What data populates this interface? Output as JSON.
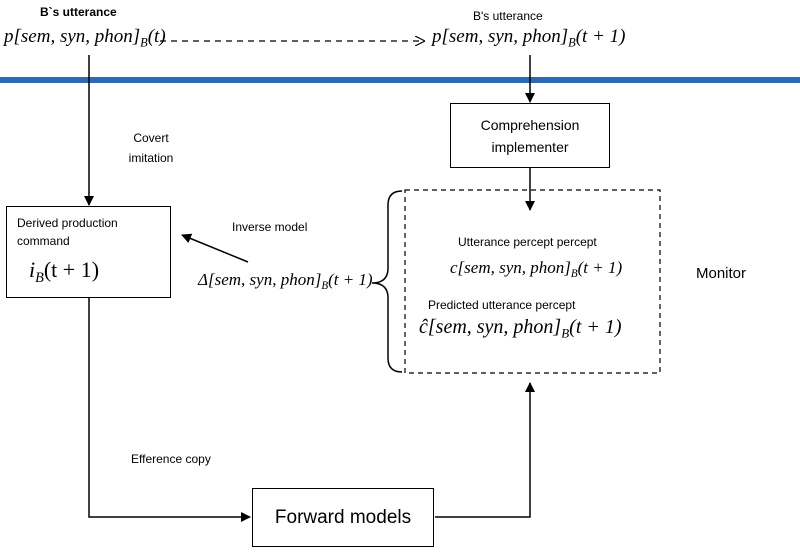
{
  "top": {
    "left_label": "B`s utterance",
    "left_formula": {
      "pre": "p[sem, syn, phon]",
      "sub": "B",
      "post": "(t)"
    },
    "right_label": "B's utterance",
    "right_formula": {
      "pre": "p[sem, syn, phon]",
      "sub": "B",
      "post": "(t + 1)"
    }
  },
  "covert_imitation": "Covert imitation",
  "comprehension_implementer": "Comprehension implementer",
  "derived": {
    "title": "Derived production command",
    "formula": {
      "pre": "i",
      "sub": "B",
      "post": "(t + 1)"
    }
  },
  "inverse_model": "Inverse model",
  "delta_formula": {
    "pre": "Δ[sem, syn, phon]",
    "sub": "B",
    "post": "(t + 1)"
  },
  "monitor": {
    "label": "Monitor",
    "percept_label": "Utterance percept percept",
    "percept_formula": {
      "pre": "c[sem, syn, phon]",
      "sub": "B",
      "post": "(t + 1)"
    },
    "predicted_label": "Predicted utterance percept",
    "predicted_formula": {
      "pre": "ĉ[sem, syn, phon]",
      "sub": "B",
      "post": "(t + 1)"
    }
  },
  "efference_copy": "Efference copy",
  "forward_models": "Forward models",
  "colors": {
    "divider": "#2e6ab3",
    "stroke": "#000000"
  }
}
